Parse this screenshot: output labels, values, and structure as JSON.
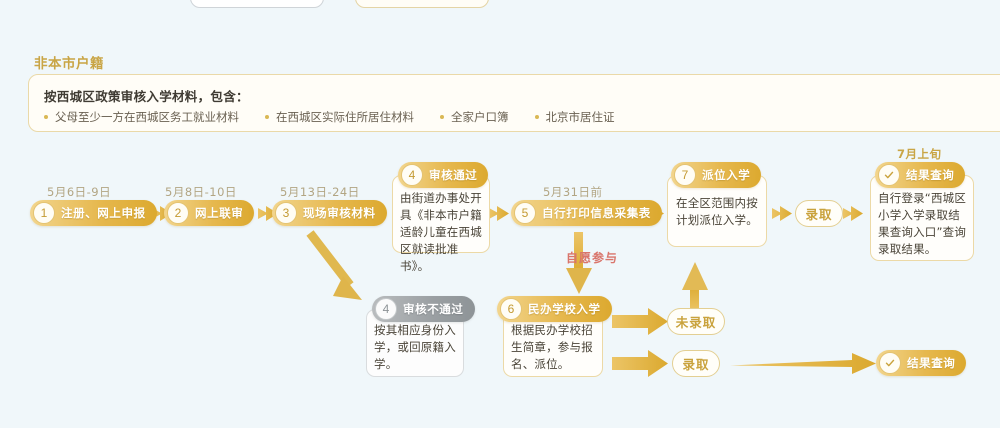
{
  "page": {
    "background_color": "#f0f7fa",
    "accent_color": "#e0b243",
    "gray_color": "#9a9fa2",
    "note_color": "#d9756b"
  },
  "section": {
    "heading": "非本市户籍"
  },
  "materials": {
    "title": "按西城区政策审核入学材料，包含：",
    "items": [
      "父母至少一方在西城区务工就业材料",
      "在西城区实际住所居住材料",
      "全家户口簿",
      "北京市居住证"
    ]
  },
  "flow": {
    "steps": [
      {
        "id": "step-1",
        "num": "1",
        "label": "注册、网上申报",
        "date": "5月6日-9日",
        "style": "gold"
      },
      {
        "id": "step-2",
        "num": "2",
        "label": "网上联审",
        "date": "5月8日-10日",
        "style": "gold"
      },
      {
        "id": "step-3",
        "num": "3",
        "label": "现场审核材料",
        "date": "5月13日-24日",
        "style": "gold"
      },
      {
        "id": "step-4-pass",
        "num": "4",
        "label": "审核通过",
        "date": "",
        "style": "gold",
        "body": "由街道办事处开具《非本市户籍适龄儿童在西城区就读批准书》。"
      },
      {
        "id": "step-4-fail",
        "num": "4",
        "label": "审核不通过",
        "date": "",
        "style": "gray",
        "body": "按其相应身份入学，或回原籍入学。"
      },
      {
        "id": "step-5",
        "num": "5",
        "label": "自行打印信息采集表",
        "date": "5月31日前",
        "style": "gold"
      },
      {
        "id": "step-6",
        "num": "6",
        "label": "民办学校入学",
        "date": "",
        "style": "gold",
        "body": "根据民办学校招生简章，参与报名、派位。"
      },
      {
        "id": "step-7",
        "num": "7",
        "label": "派位入学",
        "date": "",
        "style": "gold",
        "body": "在全区范围内按计划派位入学。"
      }
    ],
    "results": [
      {
        "id": "result-top",
        "label": "结果查询",
        "date": "7月上旬",
        "body": "自行登录“西城区小学入学录取结果查询入口”查询录取结果。"
      },
      {
        "id": "result-bottom",
        "label": "结果查询",
        "date": "",
        "body": ""
      }
    ],
    "outcomes": {
      "admitted_top": "录取",
      "not_admitted": "未录取",
      "admitted_bottom": "录取"
    },
    "notes": {
      "voluntary": "自愿参与"
    }
  }
}
